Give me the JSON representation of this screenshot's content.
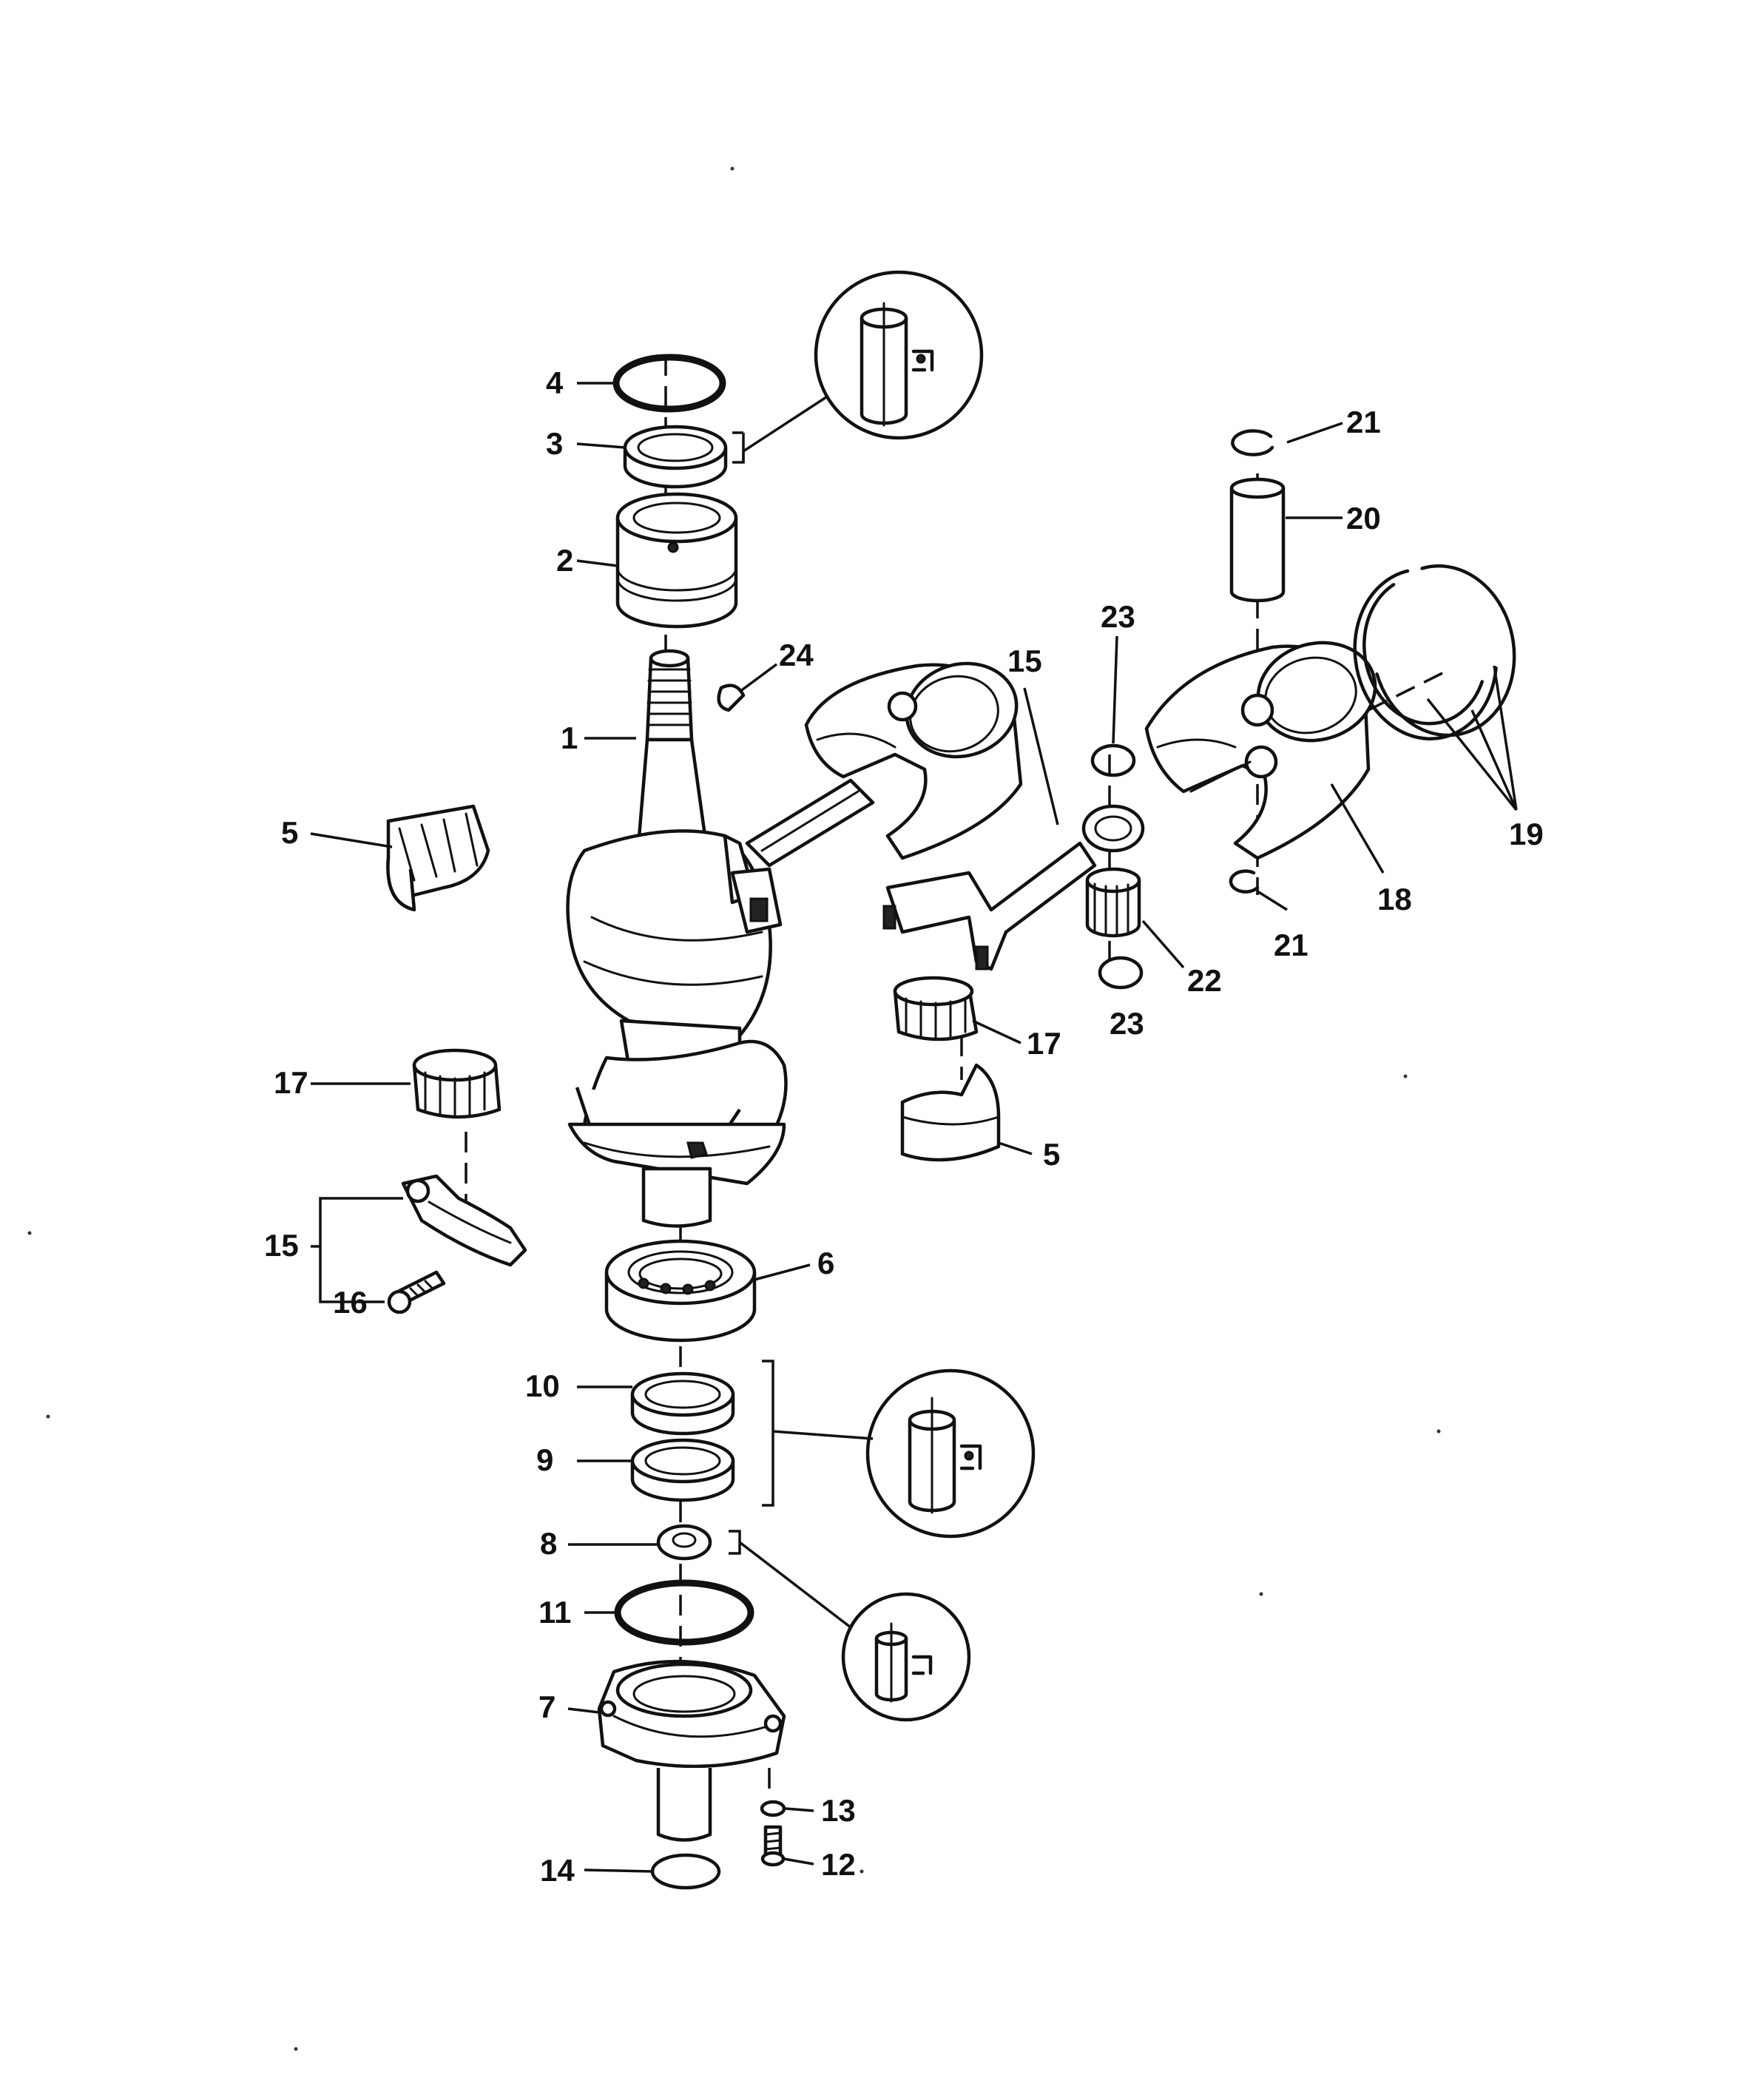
{
  "callouts": {
    "c1": "1",
    "c2": "2",
    "c3": "3",
    "c4": "4",
    "c5a": "5",
    "c5b": "5",
    "c6": "6",
    "c7": "7",
    "c8": "8",
    "c9": "9",
    "c10": "10",
    "c11": "11",
    "c12": "12",
    "c13": "13",
    "c14": "14",
    "c15a": "15",
    "c15b": "15",
    "c16": "16",
    "c17a": "17",
    "c17b": "17",
    "c18": "18",
    "c19": "19",
    "c20": "20",
    "c21a": "21",
    "c21b": "21",
    "c22": "22",
    "c23a": "23",
    "c23b": "23",
    "c24": "24"
  },
  "icons": {
    "lubricant_top": "grease-lubricant-icon",
    "lubricant_middle": "grease-lubricant-icon",
    "lubricant_bottom": "grease-lubricant-icon"
  }
}
